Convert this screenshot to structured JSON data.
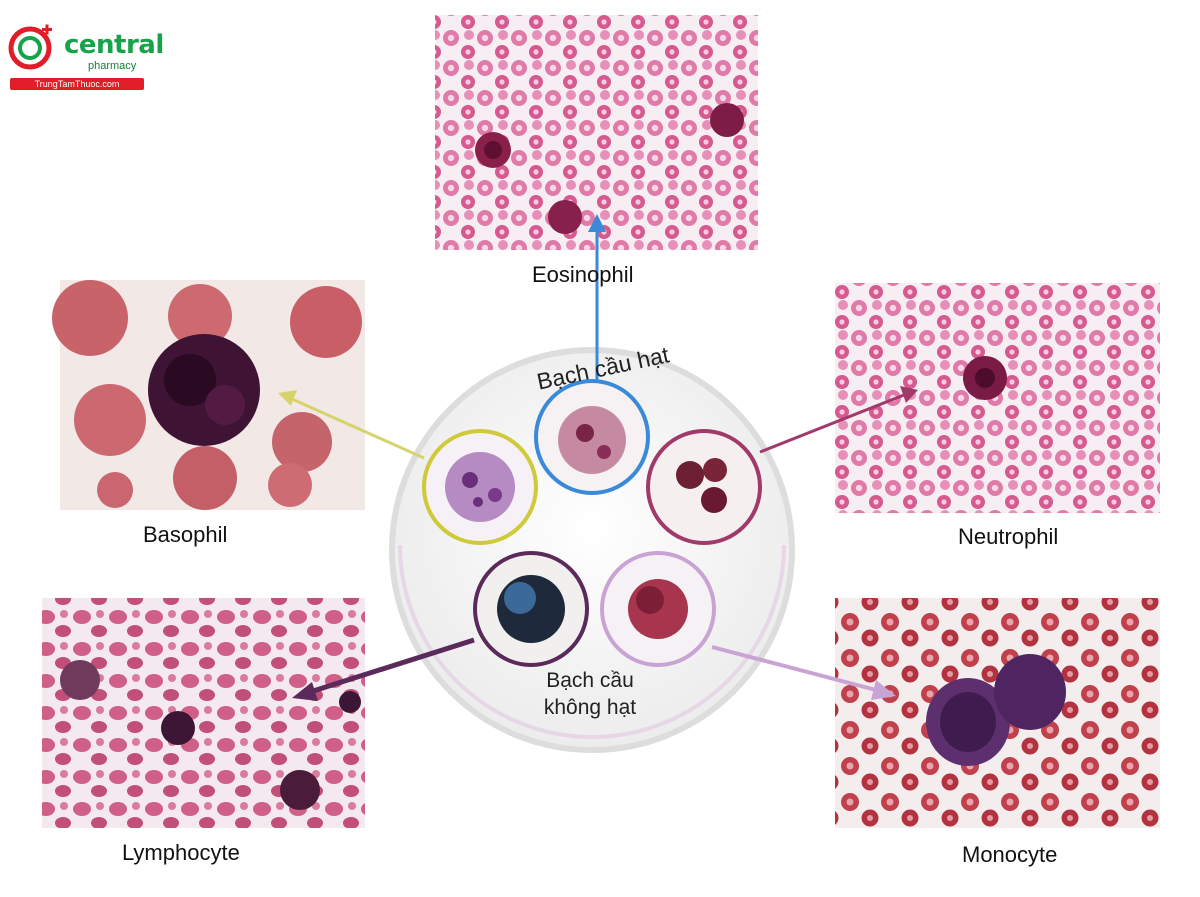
{
  "logo": {
    "name": "central",
    "sub": "pharmacy",
    "url": "TrungTamThuoc.com",
    "colors": {
      "green": "#16a34a",
      "red": "#e11d2a"
    }
  },
  "diagram": {
    "group_granular": "Bạch cầu hạt",
    "group_agranular_line1": "Bạch cầu",
    "group_agranular_line2": "không hạt",
    "cells": {
      "eosinophil": "Eosinophil",
      "basophil": "Basophil",
      "neutrophil": "Neutrophil",
      "lymphocyte": "Lymphocyte",
      "monocyte": "Monocyte"
    },
    "arrow_colors": {
      "eosinophil": "#3b8ad9",
      "basophil": "#d6d36a",
      "neutrophil": "#a13a6a",
      "lymphocyte": "#5a2a5a",
      "monocyte": "#c9a3d4"
    }
  }
}
